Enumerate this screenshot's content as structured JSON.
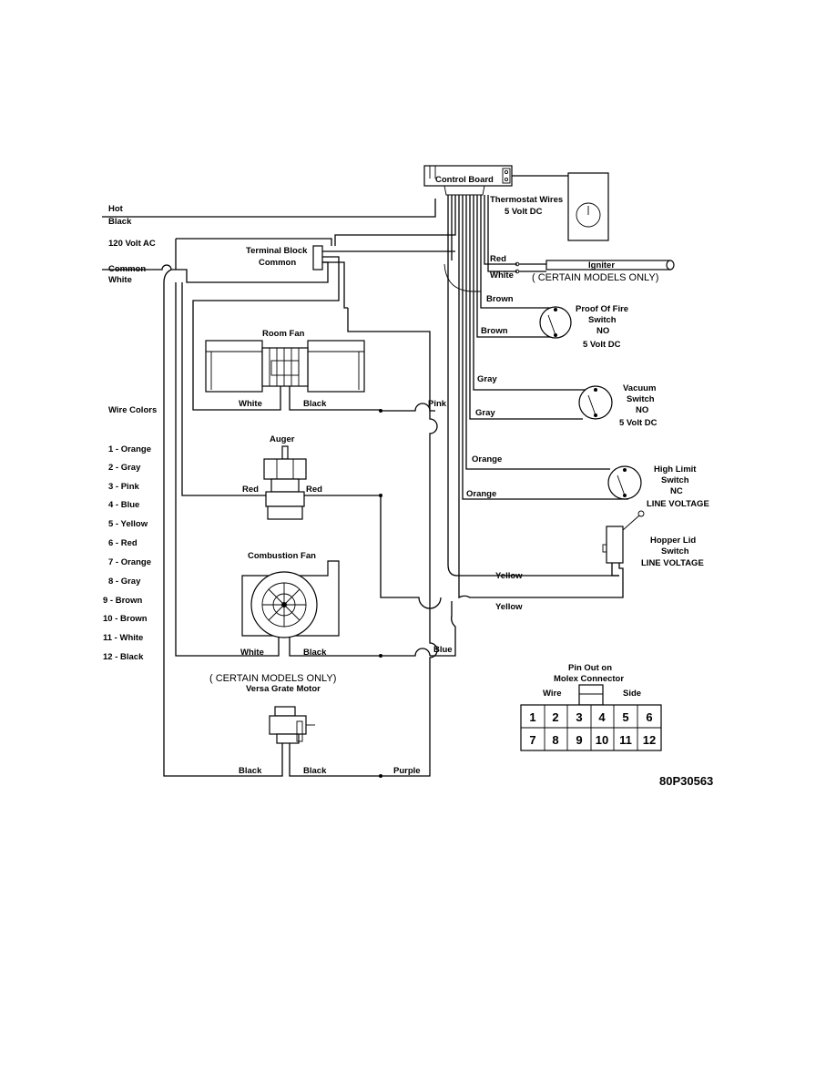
{
  "components": {
    "control_board": "Control Board",
    "thermostat": [
      "Thermostat Wires",
      "5 Volt DC"
    ],
    "terminal_block": [
      "Terminal Block",
      "Common"
    ],
    "room_fan": "Room Fan",
    "auger": "Auger",
    "combustion_fan": "Combustion Fan",
    "versa_grate": [
      "( CERTAIN MODELS ONLY)",
      "Versa Grate Motor"
    ],
    "igniter": "Igniter",
    "igniter_note": "( CERTAIN MODELS ONLY)",
    "proof_of_fire": [
      "Proof Of Fire",
      "Switch",
      "NO",
      "5 Volt DC"
    ],
    "vacuum": [
      "Vacuum",
      "Switch",
      "NO",
      "5 Volt DC"
    ],
    "high_limit": [
      "High Limit",
      "Switch",
      "NC",
      "LINE VOLTAGE"
    ],
    "hopper_lid": [
      "Hopper Lid",
      "Switch",
      "LINE VOLTAGE"
    ]
  },
  "power": {
    "hot": "Hot",
    "black": "Black",
    "volt": "120 Volt AC",
    "common": "Common",
    "white": "White"
  },
  "wire_labels": {
    "red_igniter": "Red",
    "white_igniter": "White",
    "brown1": "Brown",
    "brown2": "Brown",
    "gray1": "Gray",
    "gray2": "Gray",
    "orange1": "Orange",
    "orange2": "Orange",
    "yellow1": "Yellow",
    "yellow2": "Yellow",
    "pink": "Pink",
    "blue": "Blue",
    "room_fan_white": "White",
    "room_fan_black": "Black",
    "auger_red1": "Red",
    "auger_red2": "Red",
    "comb_white": "White",
    "comb_black": "Black",
    "grate_black1": "Black",
    "grate_black2": "Black",
    "purple": "Purple"
  },
  "wire_colors": {
    "title": "Wire Colors",
    "items": [
      "1 - Orange",
      "2 - Gray",
      "3 - Pink",
      "4 - Blue",
      "5 - Yellow",
      "6 - Red",
      "7 - Orange",
      "8 - Gray",
      "9 - Brown",
      "10 - Brown",
      "11 - White",
      "12 - Black"
    ]
  },
  "molex": {
    "title": [
      "Pin Out on",
      "Molex Connector"
    ],
    "wire": "Wire",
    "side": "Side",
    "row1": [
      "1",
      "2",
      "3",
      "4",
      "5",
      "6"
    ],
    "row2": [
      "7",
      "8",
      "9",
      "10",
      "11",
      "12"
    ]
  },
  "part_number": "80P30563"
}
